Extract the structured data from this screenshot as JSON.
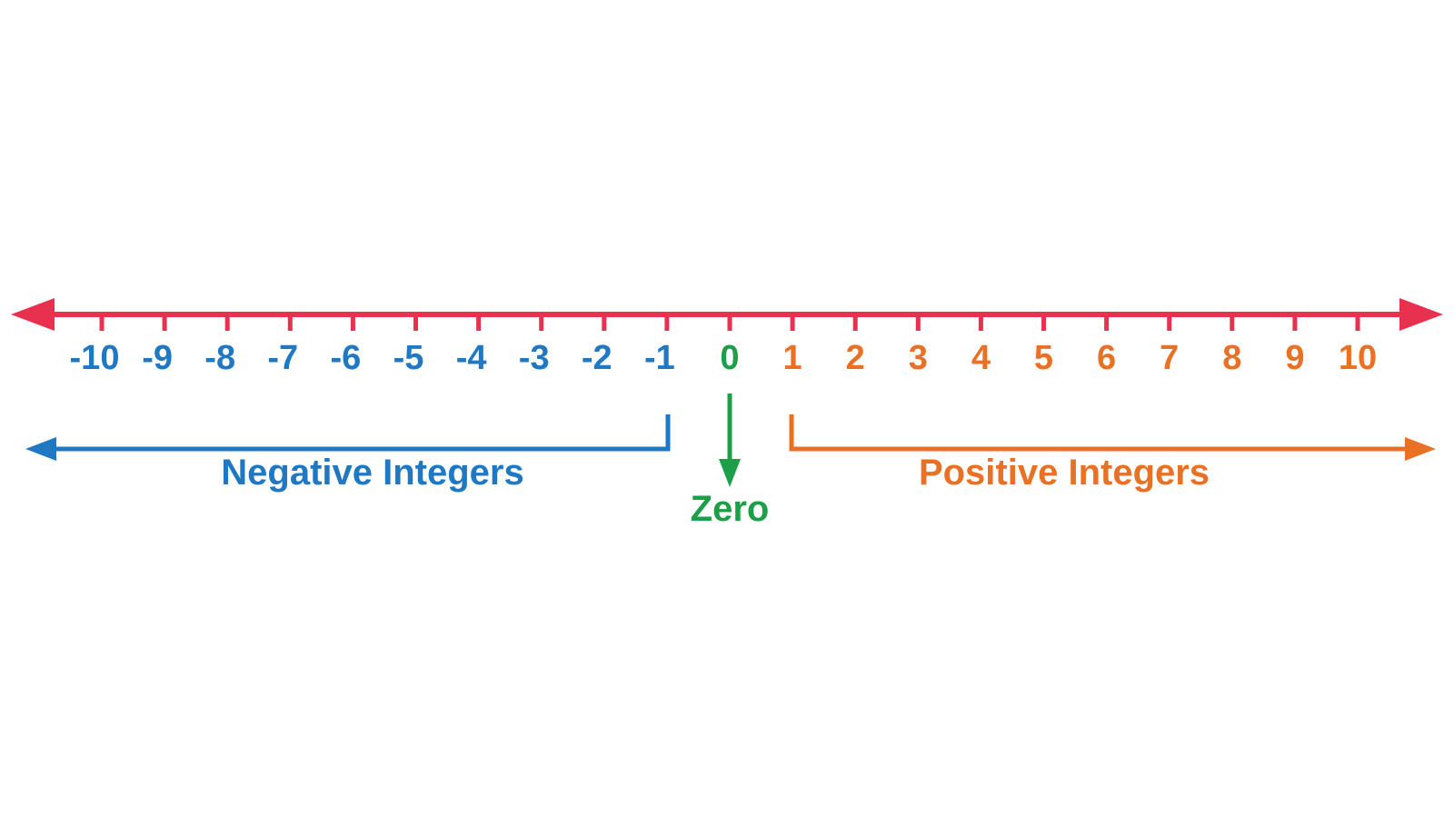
{
  "colors": {
    "axis": "#e8304f",
    "negative": "#1f78c1",
    "zero": "#1e9e48",
    "positive": "#e87125"
  },
  "number_line": {
    "min": -10,
    "max": 10,
    "step": 1,
    "ticks": [
      "-10",
      "-9",
      "-8",
      "-7",
      "-6",
      "-5",
      "-4",
      "-3",
      "-2",
      "-1",
      "0",
      "1",
      "2",
      "3",
      "4",
      "5",
      "6",
      "7",
      "8",
      "9",
      "10"
    ]
  },
  "groups": {
    "negative": {
      "label": "Negative Integers",
      "from": -1,
      "arrow_direction": "left"
    },
    "zero": {
      "label": "Zero",
      "at": 0,
      "arrow_direction": "down"
    },
    "positive": {
      "label": "Positive Integers",
      "from": 1,
      "arrow_direction": "right"
    }
  }
}
